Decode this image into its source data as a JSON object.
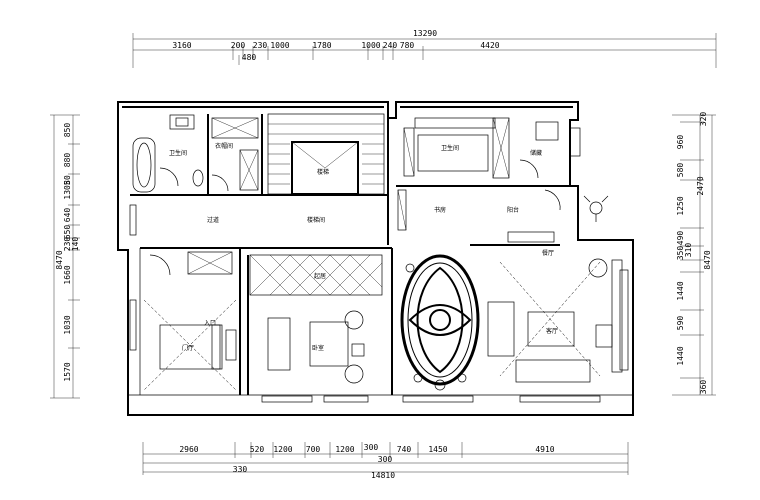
{
  "dimensions": {
    "top_total": "13290",
    "top_segments": [
      "3160",
      "200",
      "230",
      "1000",
      "1780",
      "1000",
      "240",
      "780",
      "4420"
    ],
    "top_small": "480",
    "bottom_segments": [
      "2960",
      "520",
      "1200",
      "700",
      "1200",
      "300",
      "740",
      "1450",
      "4910"
    ],
    "bottom_sub_right": "300",
    "bottom_sub_left": "330",
    "bottom_total": "14810",
    "left_total": "8470",
    "left_segments": [
      "850",
      "880",
      "1305",
      "80",
      "640",
      "650",
      "230",
      "140",
      "1660",
      "1030",
      "1570"
    ],
    "right_total": "8470",
    "right_segments": [
      "320",
      "960",
      "580",
      "1250",
      "2470",
      "490",
      "350",
      "310",
      "1440",
      "590",
      "1440",
      "360"
    ]
  },
  "rooms": {
    "bathroom_a": "卫生间",
    "closet": "衣帽间",
    "corridor": "过道",
    "stair": "楼梯",
    "stair_hall": "楼梯间",
    "bathroom_b": "卫生间",
    "storage": "储藏",
    "study": "书房",
    "balcony": "阳台",
    "foyer": "门厅",
    "entry": "入口",
    "bedroom": "卧室",
    "family_room": "起居",
    "living_room": "客厅",
    "dining_room": "餐厅"
  }
}
